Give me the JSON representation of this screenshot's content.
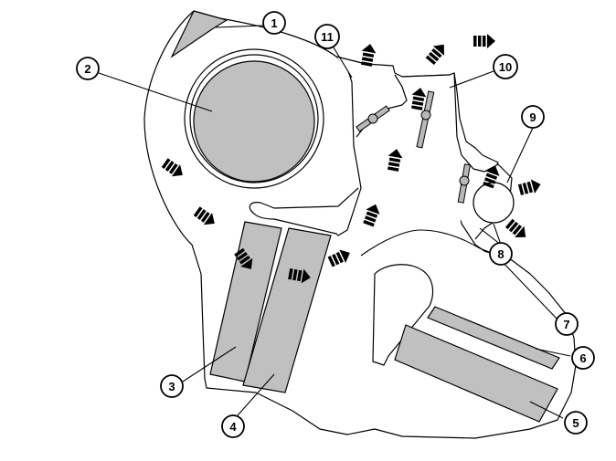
{
  "callouts": [
    {
      "id": "1",
      "label": "1"
    },
    {
      "id": "2",
      "label": "2"
    },
    {
      "id": "3",
      "label": "3"
    },
    {
      "id": "4",
      "label": "4"
    },
    {
      "id": "5",
      "label": "5"
    },
    {
      "id": "6",
      "label": "6"
    },
    {
      "id": "7",
      "label": "7"
    },
    {
      "id": "8",
      "label": "8"
    },
    {
      "id": "9",
      "label": "9"
    },
    {
      "id": "10",
      "label": "10"
    },
    {
      "id": "11",
      "label": "11"
    }
  ],
  "colors": {
    "component_fill": "#c0c0c0",
    "outline": "#000000",
    "background": "#ffffff"
  },
  "icons": [
    "airflow-arrow-icon",
    "damper-flap-icon"
  ]
}
